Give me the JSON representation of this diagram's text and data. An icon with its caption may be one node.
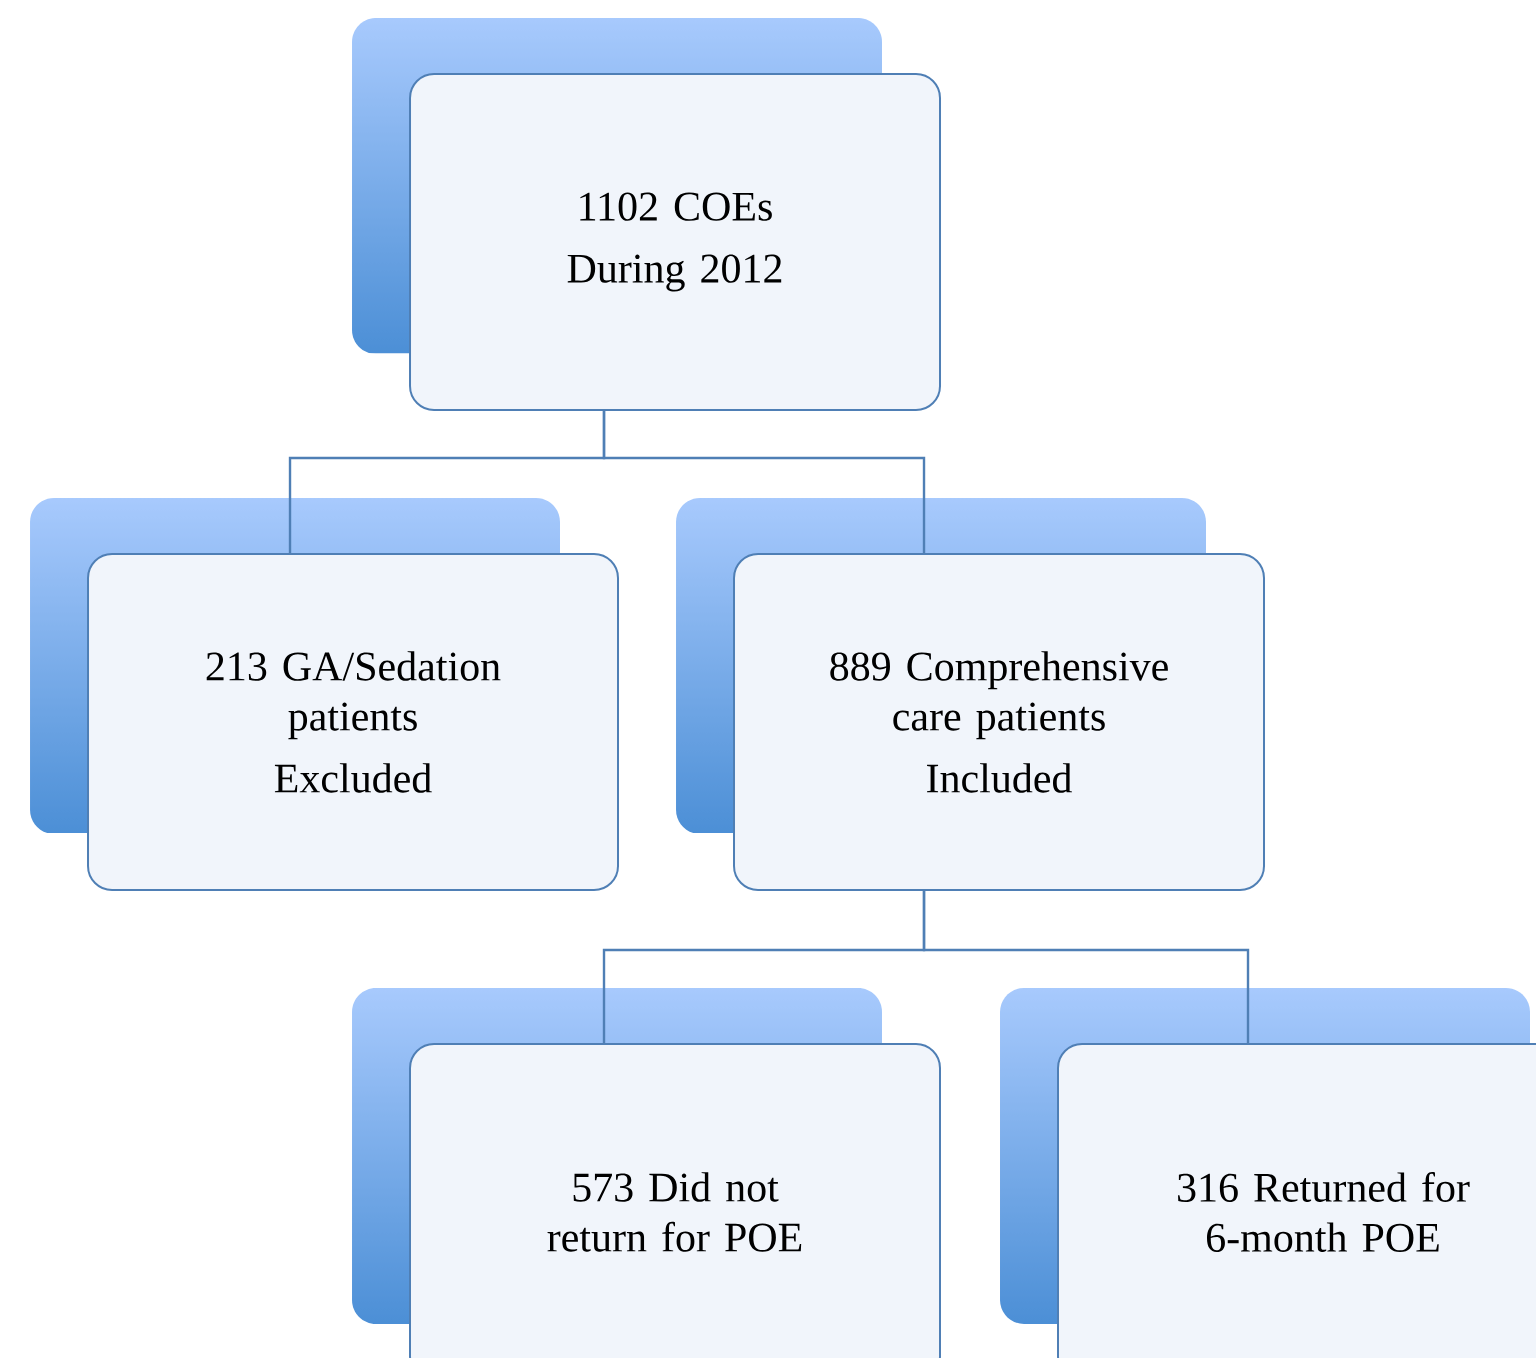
{
  "diagram": {
    "nodes": [
      {
        "text": [
          "1102 COEs",
          "During 2012"
        ]
      },
      {
        "text": [
          "213 GA/Sedation patients",
          "Excluded"
        ]
      },
      {
        "text": [
          "889 Comprehensive care patients",
          "Included"
        ]
      },
      {
        "text": [
          "573 Did not return for POE"
        ]
      },
      {
        "text": [
          "316 Returned for 6-month POE"
        ]
      }
    ],
    "edges": [
      {
        "from": 0,
        "to": 1,
        "arrow": "none"
      },
      {
        "from": 0,
        "to": 2,
        "arrow": "none"
      },
      {
        "from": 2,
        "to": 3,
        "arrow": "none"
      },
      {
        "from": 2,
        "to": 4,
        "arrow": "none"
      }
    ]
  }
}
